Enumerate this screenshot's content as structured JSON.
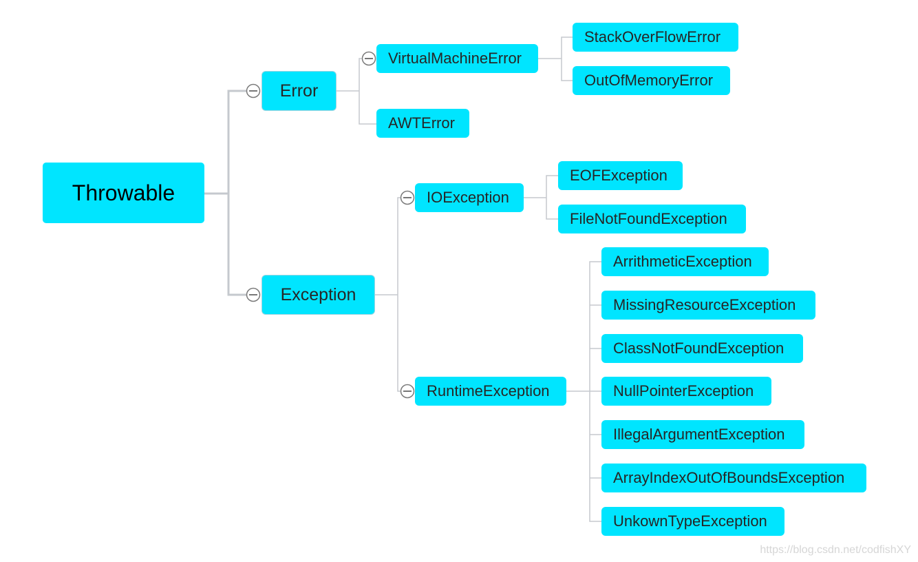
{
  "diagram": {
    "root": "Throwable",
    "error": {
      "label": "Error",
      "virtual_machine_error": "VirtualMachineError",
      "stack_over_flow_error": "StackOverFlowError",
      "out_of_memory_error": "OutOfMemoryError",
      "awt_error": "AWTError"
    },
    "exception": {
      "label": "Exception",
      "io_exception": "IOException",
      "eof_exception": "EOFException",
      "file_not_found_exception": "FileNotFoundException",
      "runtime_exception": "RuntimeException",
      "runtime_children": [
        "ArrithmeticException",
        "MissingResourceException",
        "ClassNotFoundException",
        "NullPointerException",
        "IllegalArgumentException",
        "ArrayIndexOutOfBoundsException",
        "UnkownTypeException"
      ]
    },
    "colors": {
      "node_fill": "#00e5ff",
      "connector": "#c5c9ce",
      "text": "#262626"
    }
  },
  "watermark": "https://blog.csdn.net/codfishXY"
}
